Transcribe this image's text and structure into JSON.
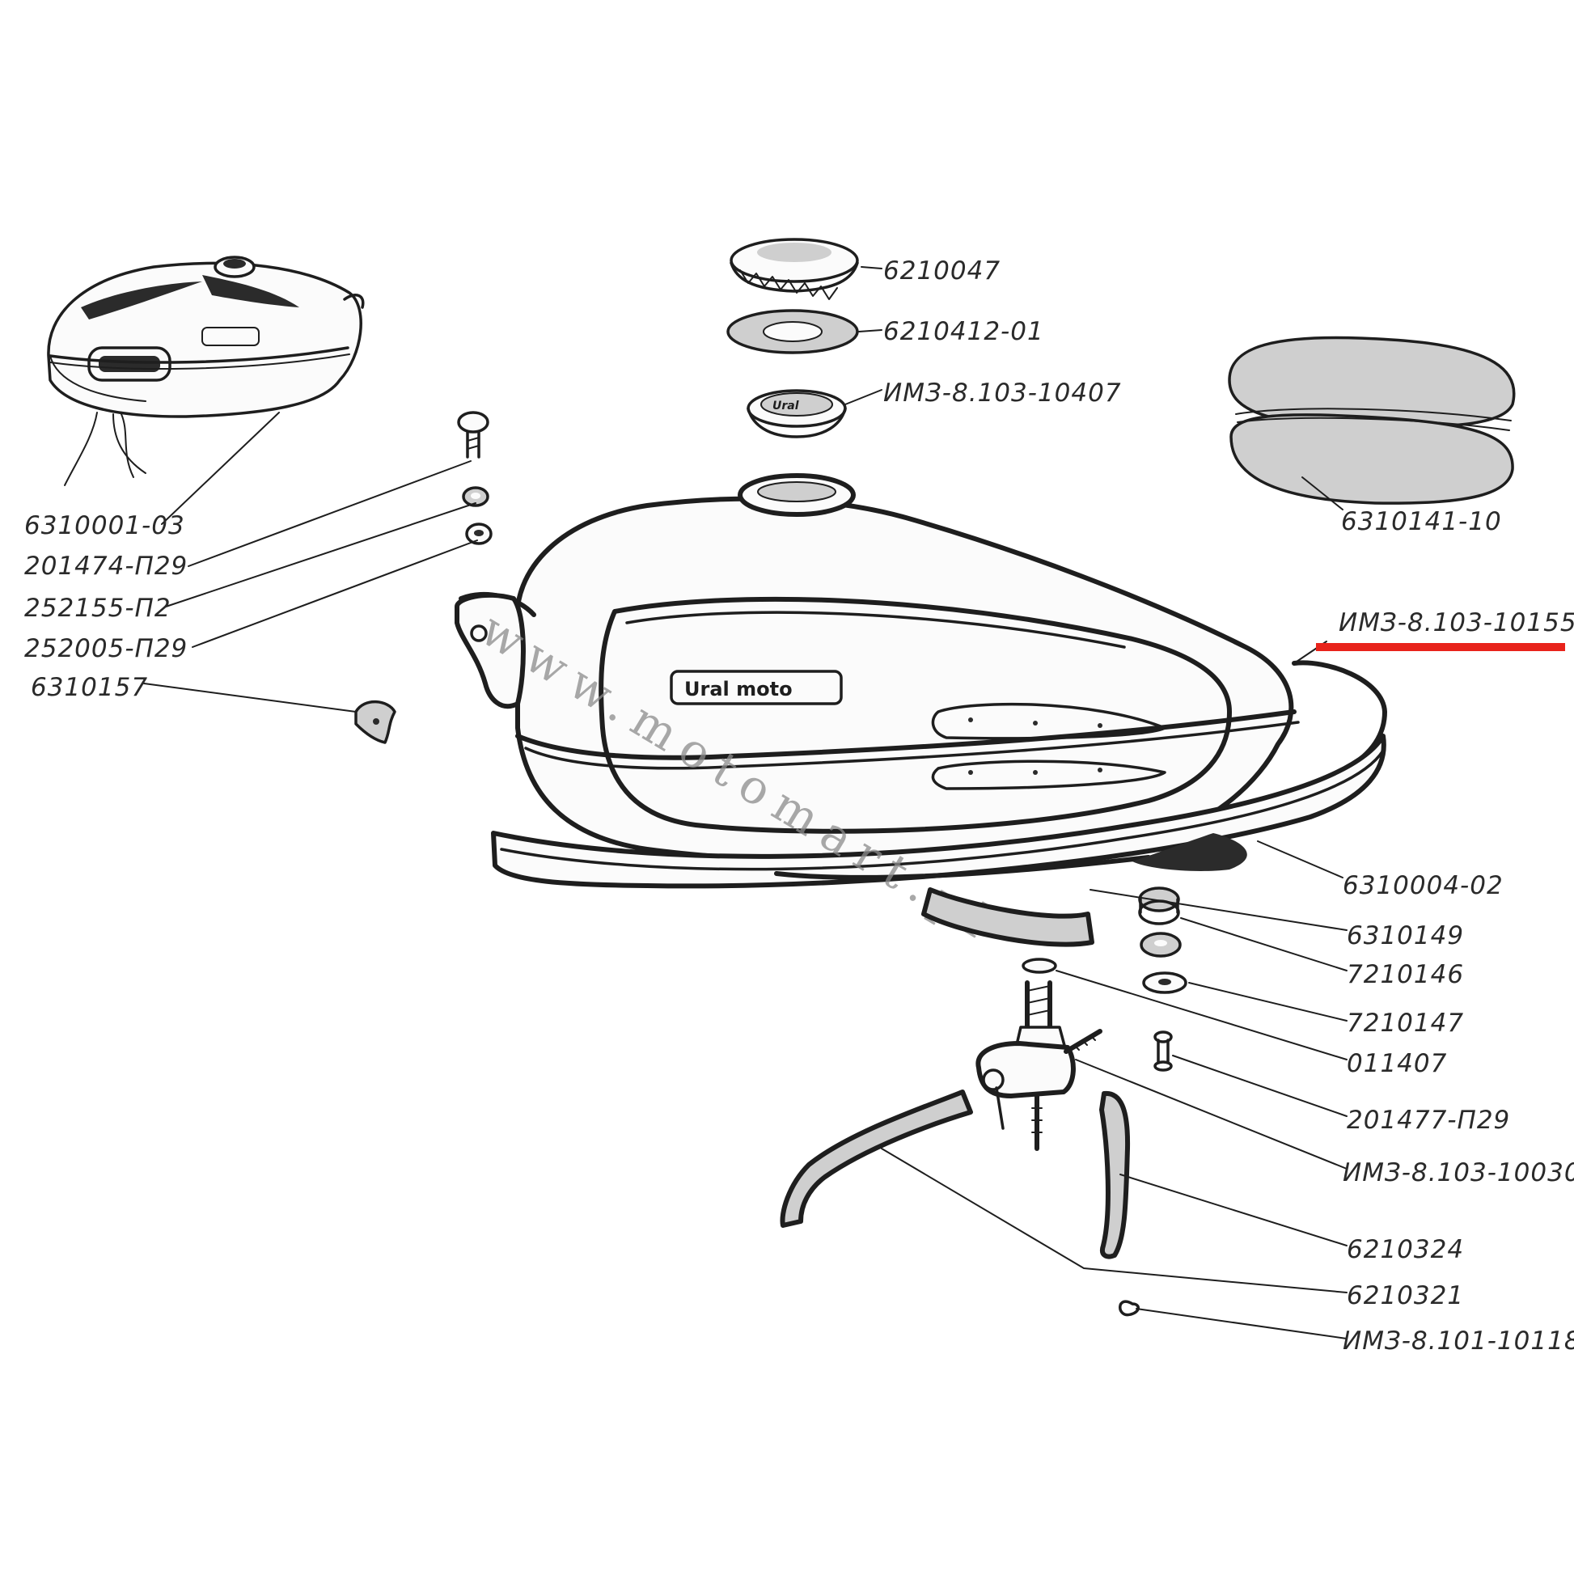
{
  "diagram": {
    "labels": [
      "6210047",
      "6210412-01",
      "ИМЗ-8.103-10407",
      "6310141-10",
      "6310001-03",
      "201474-П29",
      "252155-П2",
      "252005-П29",
      "6310157",
      "ИМЗ-8.103-10155",
      "6310004-02",
      "6310149",
      "7210146",
      "7210147",
      "011407",
      "201477-П29",
      "ИМЗ-8.103-10030",
      "6210324",
      "6210321",
      "ИМЗ-8.101-10118"
    ],
    "tank_badge": "Ural moto",
    "watermark": "www.motomart.pl",
    "highlight_color": "#e8231b"
  }
}
